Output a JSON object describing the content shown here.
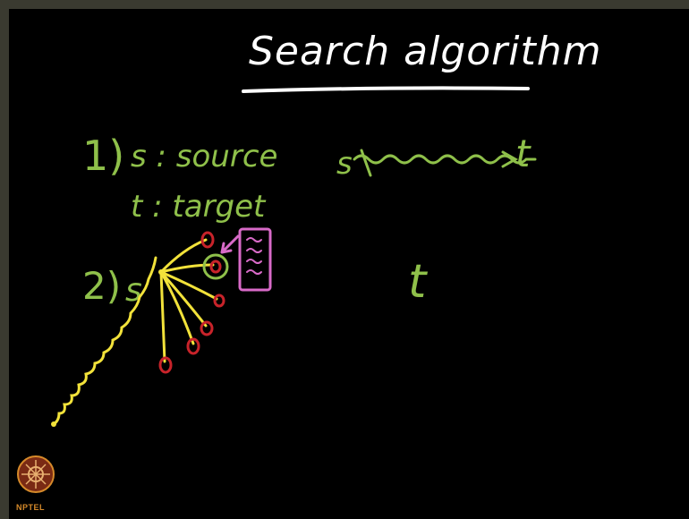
{
  "title": "Search algorithm",
  "point1": {
    "number": "1)",
    "source_line": "s : source",
    "target_line": "t : target",
    "diagram_s": "s",
    "diagram_t": "t"
  },
  "point2": {
    "number": "2)",
    "node": "s",
    "far_t": "t"
  },
  "logo": {
    "label": "NPTEL"
  },
  "colors": {
    "board": "#000000",
    "title_ink": "#ffffff",
    "green_ink": "#8fc04a",
    "yellow_ink": "#f2e23a",
    "red_ink": "#c8232a",
    "pink_ink": "#d86ac8",
    "logo": "#d68a2a"
  }
}
